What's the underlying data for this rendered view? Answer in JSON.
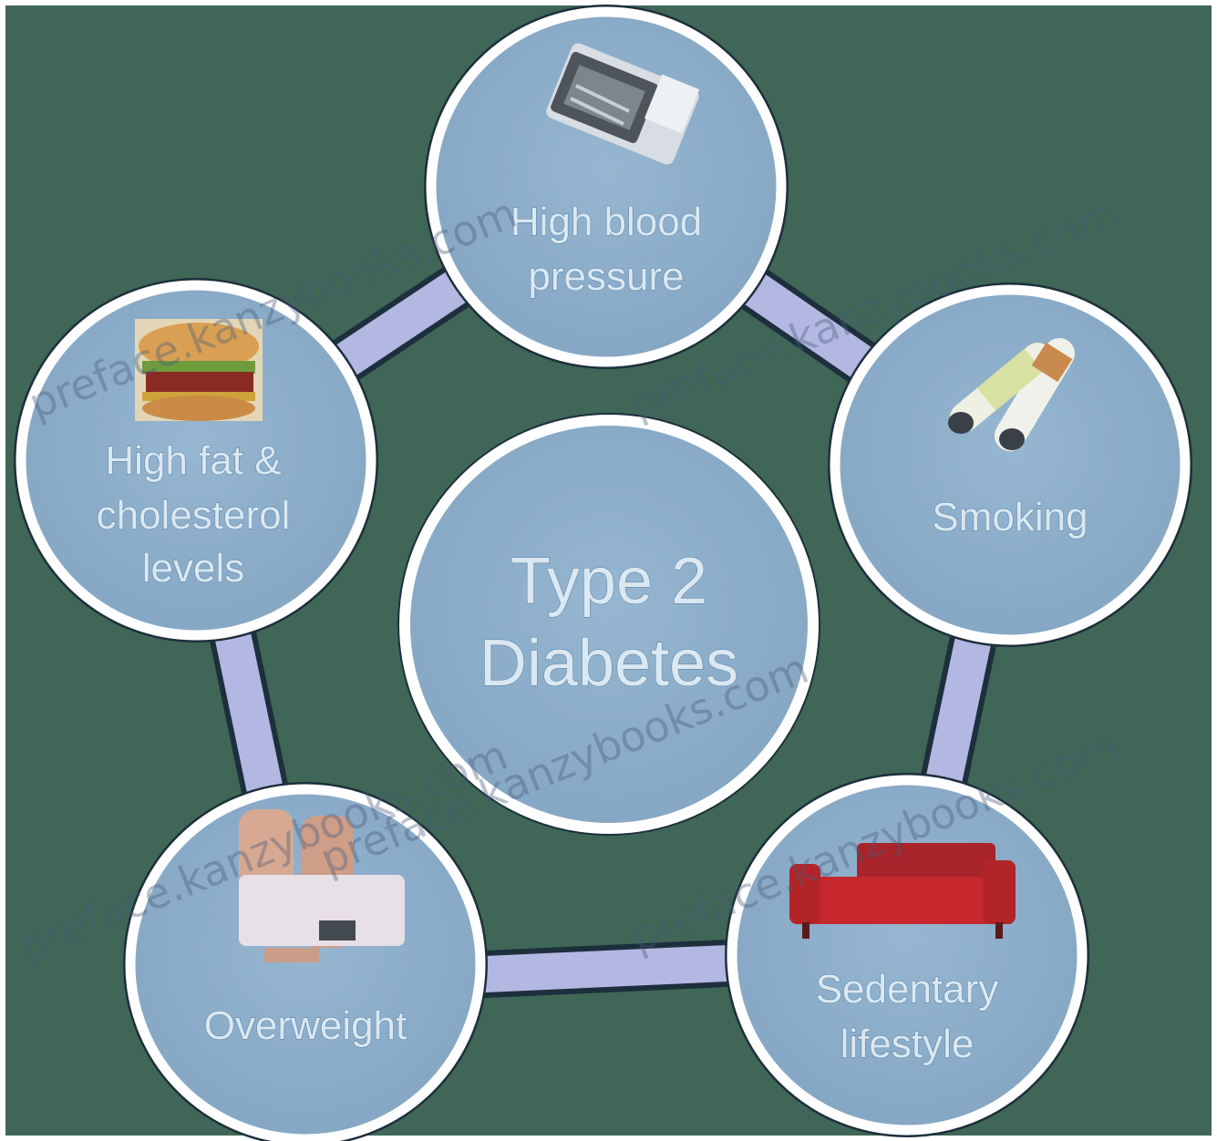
{
  "diagram": {
    "center_label": [
      "Type 2",
      "Diabetes"
    ],
    "risk_factors": [
      {
        "id": "high-blood-pressure",
        "label": [
          "High blood",
          "pressure"
        ],
        "icon": "blood-pressure-monitor-icon"
      },
      {
        "id": "smoking",
        "label": [
          "Smoking"
        ],
        "icon": "cigarettes-icon"
      },
      {
        "id": "sedentary-lifestyle",
        "label": [
          "Sedentary",
          "lifestyle"
        ],
        "icon": "couch-icon"
      },
      {
        "id": "overweight",
        "label": [
          "Overweight"
        ],
        "icon": "bathroom-scale-icon"
      },
      {
        "id": "high-fat-cholesterol",
        "label": [
          "High fat &",
          "cholesterol",
          "levels"
        ],
        "icon": "burger-icon"
      }
    ],
    "watermark": "preface.kanzybooks.com",
    "colors": {
      "background": "#3f6656",
      "circle_fill": "#8fb0cc",
      "circle_border": "#ffffff",
      "ring": "#b3b8e2",
      "text": "#dbe8f2"
    }
  }
}
